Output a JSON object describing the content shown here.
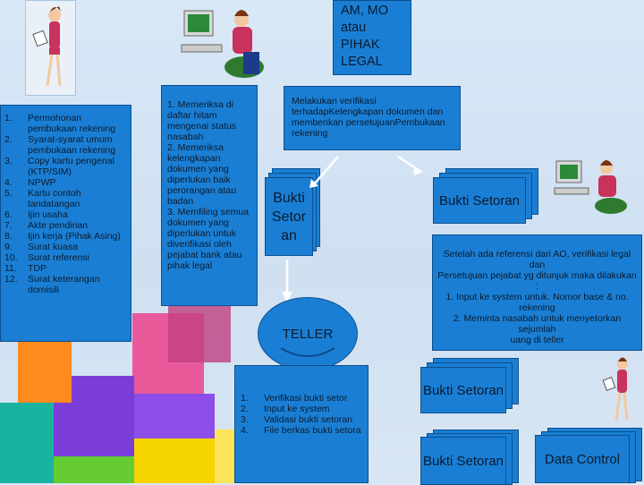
{
  "ao_box": {
    "text": "AM, MO atau PIHAK LEGAL"
  },
  "requirements": {
    "items": [
      {
        "num": "1.",
        "text": "Permohonan pembukaan rekening"
      },
      {
        "num": "2.",
        "text": "Syarat-syarat umum pembukaan rekening"
      },
      {
        "num": "3.",
        "text": "Copy kartu pengenal (KTP/SIM)"
      },
      {
        "num": "4.",
        "text": "NPWP"
      },
      {
        "num": "5.",
        "text": "Kartu contoh tandatangan"
      },
      {
        "num": "6.",
        "text": "Ijin usaha"
      },
      {
        "num": "7.",
        "text": "Akte pendirian"
      },
      {
        "num": "8.",
        "text": "Ijin kerja (Pihak Asing)"
      },
      {
        "num": "9.",
        "text": "Surat kuasa"
      },
      {
        "num": "10.",
        "text": "Surat referensi"
      },
      {
        "num": "11.",
        "text": "TDP"
      },
      {
        "num": "12.",
        "text": "Surat keterangan domisili"
      }
    ]
  },
  "check_box": {
    "text": "1. Memeriksa di daftar hitam mengenai status nasabah\n2. Memeriksa kelengkapan dokumen yang diperlukan baik perorangan atau badan\n3. Memfiling semua dokumen yang diperlukan untuk diverifikasi oleh pejabat bank atau pihak legal"
  },
  "verify_box": {
    "text": "Melakukan verifikasi terhadapKelengkapan dokumen dan memberikan persetujuanPembukaan rekening"
  },
  "bukti_setoran_middle": {
    "text": "Bukti Setor an"
  },
  "bukti_setoran_right": {
    "text": "Bukti Setoran"
  },
  "reference_box": {
    "text": "Setelah ada referensi dari AO, verifikasi legal dan\nPersetujuan pejabat yg ditunjuk maka dilakukan :\n1. Input ke system untuk. Nomor base & no. rekening\n2. Meminta nasabah untuk menyetorkan sejumlah\nuang di teller"
  },
  "teller": {
    "label": "TELLER"
  },
  "teller_tasks": {
    "items": [
      {
        "num": "1.",
        "text": "Verifikasi bukti setor"
      },
      {
        "num": "2.",
        "text": "Input ke system"
      },
      {
        "num": "3.",
        "text": "Validasi bukti setoran"
      },
      {
        "num": "4.",
        "text": "File berkas bukti setora"
      }
    ]
  },
  "bukti_setoran_bottom1": {
    "text": "Bukti Setoran"
  },
  "bukti_setoran_bottom2": {
    "text": "Bukti Setoran"
  },
  "data_control": {
    "text": "Data Control"
  },
  "colors": {
    "box": "#1a7fd4",
    "border": "#0d4f8f",
    "arrow": "#ffffff"
  },
  "icons": [
    "walking-woman-icon",
    "computer-operator-icon",
    "white-arrow-icon",
    "smiley-face-icon",
    "colored-cubes-icon"
  ]
}
